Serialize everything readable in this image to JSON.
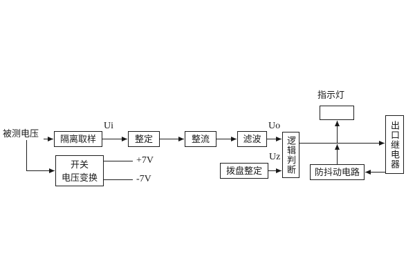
{
  "colors": {
    "line": "#1a1a1a",
    "background": "#ffffff"
  },
  "diagram": {
    "source_label": "被测电压",
    "indicator_label": "指示灯",
    "blocks": {
      "isolation_sampling": "隔离取样",
      "setting": "整定",
      "rectifier": "整流",
      "filter": "滤波",
      "logic_judgment": "逻辑判断",
      "dial_setting": "拨盘整定",
      "output_relay": "出口继电器",
      "anti_jitter": "防抖动电路",
      "switch_converter": {
        "line1": "开关",
        "line2": "电压变换"
      }
    },
    "signals": {
      "ui": "Ui",
      "uo": "Uo",
      "uz": "Uz",
      "plus7v": "+7V",
      "minus7v": "-7V"
    }
  }
}
